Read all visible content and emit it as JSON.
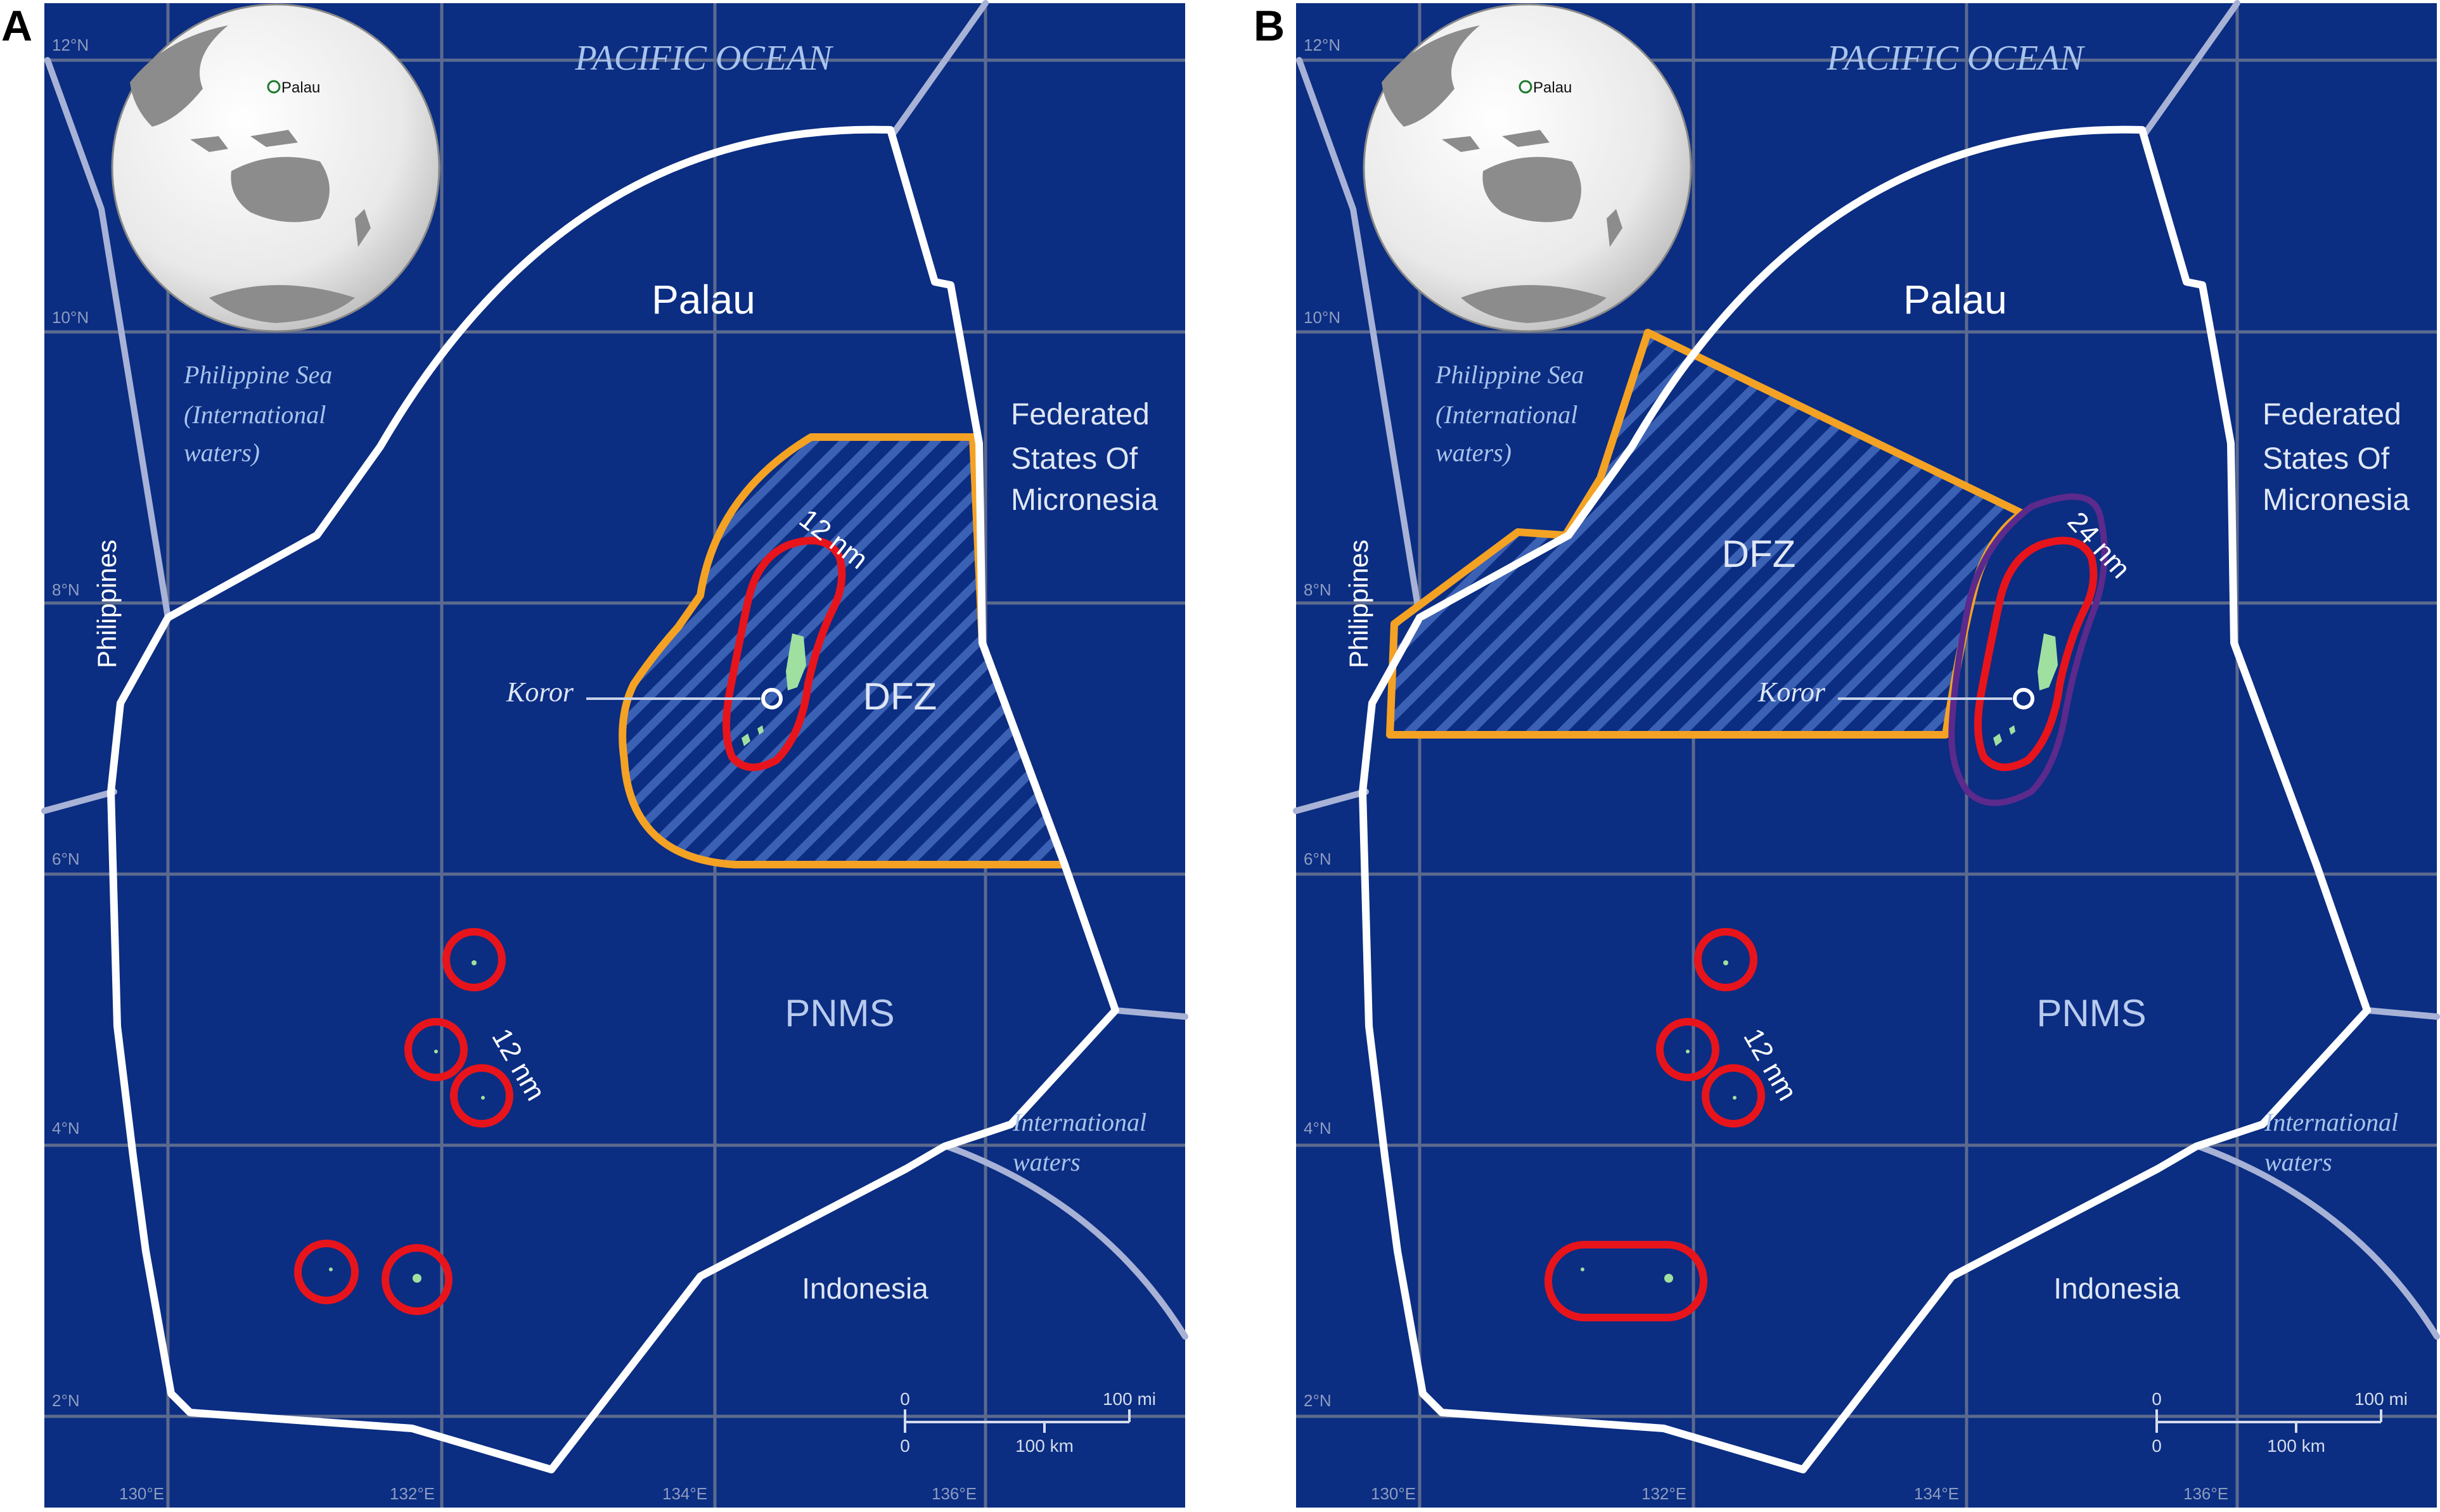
{
  "panels": [
    {
      "letter": "A",
      "ocean_label": "PACIFIC OCEAN",
      "country_label": "Palau",
      "globe_label": "Palau",
      "philippine_sea": [
        "Philippine Sea",
        "(International",
        "waters)"
      ],
      "fsm": [
        "Federated",
        "States Of",
        "Micronesia"
      ],
      "philippines": "Philippines",
      "dfz_label": "DFZ",
      "pnms_label": "PNMS",
      "koror_label": "Koror",
      "indonesia_label": "Indonesia",
      "intl_waters": [
        "International",
        "waters"
      ],
      "buffer_label_north": "12 nm",
      "buffer_label_south": "12 nm",
      "lat_labels": [
        "12°N",
        "10°N",
        "8°N",
        "6°N",
        "4°N",
        "2°N"
      ],
      "lon_labels": [
        "130°E",
        "132°E",
        "134°E",
        "136°E"
      ],
      "scale": {
        "zero_top": "0",
        "mi": "100 mi",
        "zero_bottom": "0",
        "km": "100 km"
      }
    },
    {
      "letter": "B",
      "ocean_label": "PACIFIC OCEAN",
      "country_label": "Palau",
      "globe_label": "Palau",
      "philippine_sea": [
        "Philippine Sea",
        "(International",
        "waters)"
      ],
      "fsm": [
        "Federated",
        "States Of",
        "Micronesia"
      ],
      "philippines": "Philippines",
      "dfz_label": "DFZ",
      "pnms_label": "PNMS",
      "koror_label": "Koror",
      "indonesia_label": "Indonesia",
      "intl_waters": [
        "International",
        "waters"
      ],
      "buffer_label_north": "24 nm",
      "buffer_label_south": "12 nm",
      "lat_labels": [
        "12°N",
        "10°N",
        "8°N",
        "6°N",
        "4°N",
        "2°N"
      ],
      "lon_labels": [
        "130°E",
        "132°E",
        "134°E",
        "136°E"
      ],
      "scale": {
        "zero_top": "0",
        "mi": "100 mi",
        "zero_bottom": "0",
        "km": "100 km"
      }
    }
  ],
  "colors": {
    "ocean": "#0b2d82",
    "grid": "#5c6a8e",
    "eez_boundary": "#ffffff",
    "neighbor_boundary": "#a7b2d6",
    "dfz_outline": "#f4a224",
    "territorial_12nm": "#e8141c",
    "buffer_24nm": "#5b2a8c",
    "land": "#9fe0a0",
    "label_light": "#dfe7f5",
    "label_pale_blue": "#a9c4ec"
  },
  "legend_icons": [
    "globe-inset-icon",
    "koror-marker-icon",
    "scale-bar-icon"
  ]
}
